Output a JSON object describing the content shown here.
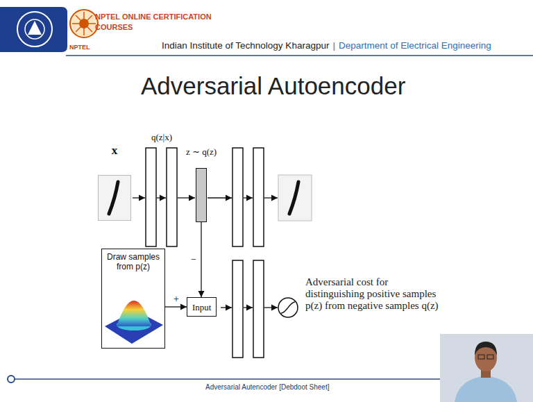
{
  "diagram": {
    "title": "Adversarial Autoencoder",
    "nodes": [
      {
        "text": [
          "x"
        ]
      },
      {
        "text": [
          "z ∼ q(z)"
        ]
      },
      {
        "text": [
          "Draw samples from p(z)"
        ]
      },
      {
        "text": [
          "Input"
        ]
      }
    ],
    "edges": [
      {
        "from": 1,
        "to": 3,
        "arrow": "to",
        "label": "−"
      },
      {
        "from": 2,
        "to": 3,
        "arrow": "to",
        "label": "+"
      }
    ],
    "labels": [
      "NPTEL ONLINE CERTIFICATION COURSES",
      "NPTEL",
      "Indian Institute of Technology Kharagpur",
      "|",
      "Department of Electrical Engineering",
      "q(z|x)",
      "Adversarial cost for distinguishing positive samples p(z) from negative samples q(z)",
      "Adversarial Autencoder [Debdoot Sheet]"
    ]
  }
}
